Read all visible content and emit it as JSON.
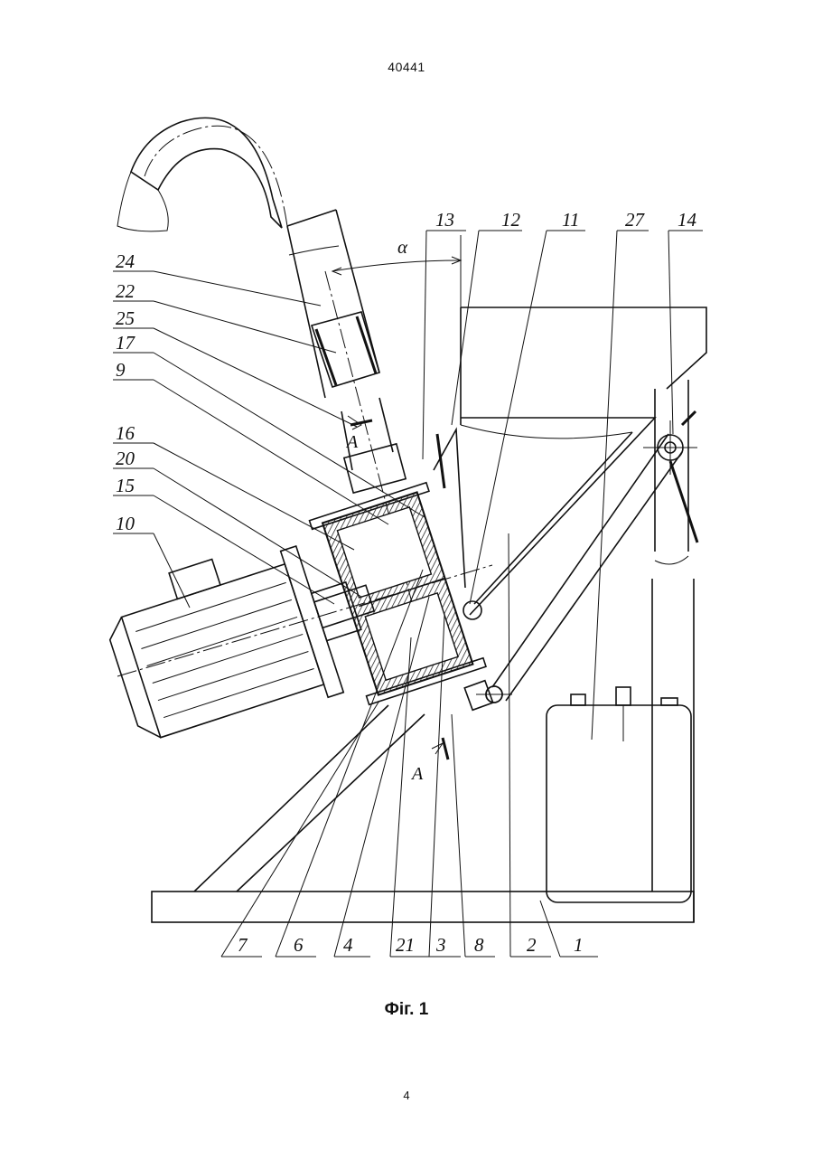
{
  "header": {
    "doc_number": "40441"
  },
  "figure": {
    "caption": "Фіг. 1",
    "angle_label": "α",
    "section_label": "A",
    "callouts_left": [
      "24",
      "22",
      "25",
      "17",
      "9",
      "16",
      "20",
      "15",
      "10"
    ],
    "callouts_top": [
      "13",
      "12",
      "11",
      "27",
      "14"
    ],
    "callouts_bottom": [
      "7",
      "6",
      "4",
      "21",
      "3",
      "8",
      "2",
      "1"
    ]
  },
  "footer": {
    "page_number": "4"
  }
}
